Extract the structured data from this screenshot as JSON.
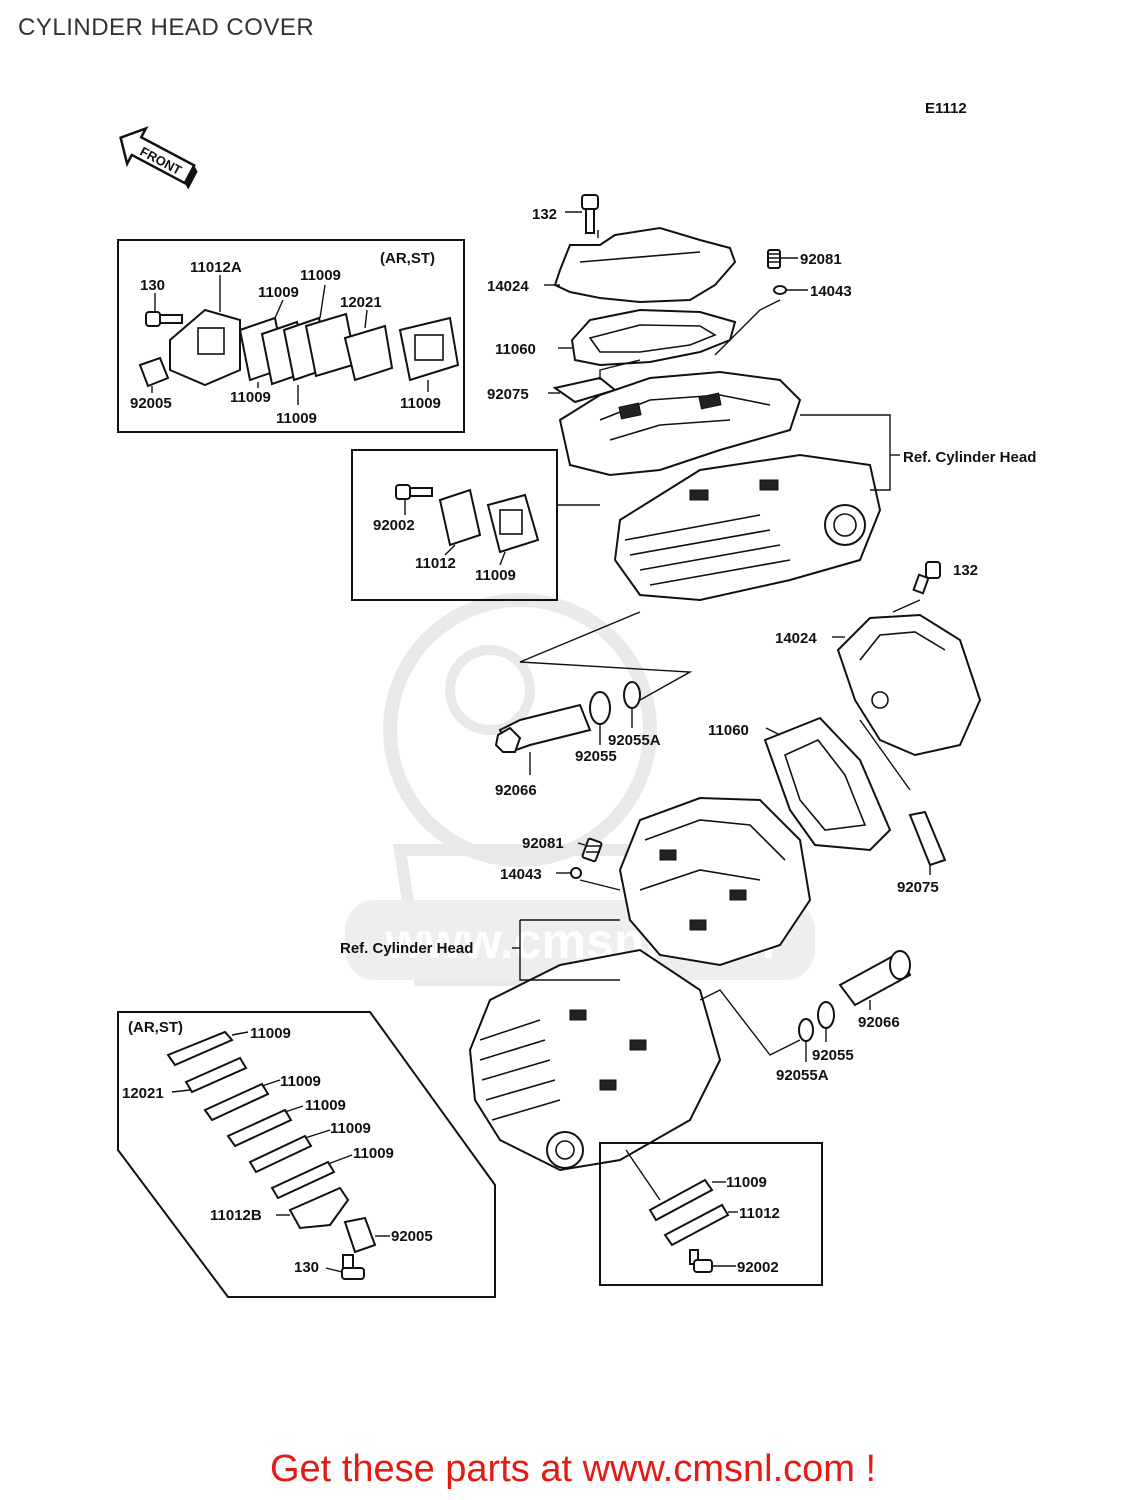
{
  "page": {
    "title": "CYLINDER HEAD COVER",
    "diagram_code": "E1112",
    "front_arrow_label": "FRONT",
    "footer_cta": "Get these parts at www.cmsnl.com !",
    "watermark_text": "www.cmsnl.com"
  },
  "groups": {
    "top_left_box_tag": "(AR,ST)",
    "bottom_left_box_tag": "(AR,ST)",
    "ref_cylinder_head_upper": "Ref. Cylinder Head",
    "ref_cylinder_head_lower": "Ref. Cylinder Head"
  },
  "part_labels": {
    "p132_top": "132",
    "p14024_top": "14024",
    "p92081_top": "92081",
    "p14043_top": "14043",
    "p11060_top": "11060",
    "p92075_top": "92075",
    "tl_11012A": "11012A",
    "tl_11009_a": "11009",
    "tl_11009_b": "11009",
    "tl_12021": "12021",
    "tl_130": "130",
    "tl_92005": "92005",
    "tl_11009_c": "11009",
    "tl_11009_d": "11009",
    "tl_11009_e": "11009",
    "ml_92002": "92002",
    "ml_11012": "11012",
    "ml_11009": "11009",
    "p132_right": "132",
    "p14024_right": "14024",
    "p11060_right": "11060",
    "p92075_right": "92075",
    "p92055A_top": "92055A",
    "p92055_top": "92055",
    "p92066_left": "92066",
    "p92081_mid": "92081",
    "p14043_mid": "14043",
    "p92066_right": "92066",
    "p92055_bottom": "92055",
    "p92055A_bottom": "92055A",
    "bl_11009_a": "11009",
    "bl_12021": "12021",
    "bl_11009_b": "11009",
    "bl_11009_c": "11009",
    "bl_11009_d": "11009",
    "bl_11009_e": "11009",
    "bl_11012B": "11012B",
    "bl_92005": "92005",
    "bl_130": "130",
    "br_11009": "11009",
    "br_11012": "11012",
    "br_92002": "92002"
  }
}
